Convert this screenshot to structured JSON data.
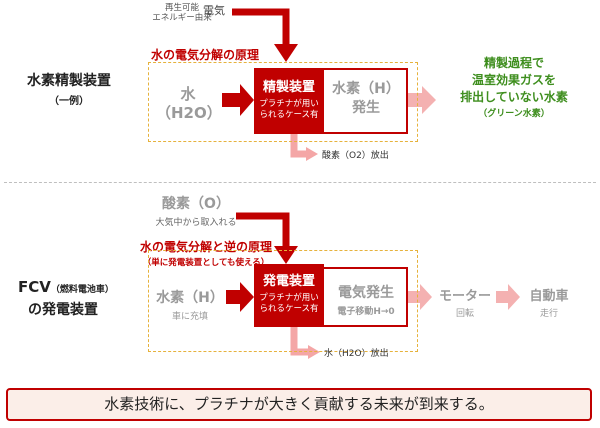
{
  "colors": {
    "accent_red": "#c00000",
    "arrow_pink": "#f4a6a6",
    "dash_yellow": "#e6b23c",
    "green": "#3e8e1e",
    "gray": "#9a9a9a"
  },
  "top": {
    "device_title": "水素精製装置",
    "device_sub": "（一例）",
    "renewable_line1": "再生可能",
    "renewable_line2": "エネルギー由来",
    "electricity": "電気",
    "principle": "水の電気分解の原理",
    "input_line1": "水",
    "input_line2": "（H2O）",
    "box_title": "精製装置",
    "box_desc_line1": "プラチナが用い",
    "box_desc_line2": "られるケース有",
    "output_line1": "水素（H）",
    "output_line2": "発生",
    "byproduct": "酸素（O2）放出",
    "note_line1": "精製過程で",
    "note_line2": "温室効果ガスを",
    "note_line3": "排出していない水素",
    "note_line4": "（グリーン水素）"
  },
  "bottom": {
    "oxygen": "酸素（O）",
    "oxygen_sub": "大気中から取入れる",
    "principle": "水の電気分解と逆の原理",
    "principle_sub": "（単に発電装置としても使える）",
    "fcv": "FCV",
    "fcv_paren": "（燃料電池車）",
    "fcv_line2": "の発電装置",
    "input_line1": "水素（H）",
    "input_line2": "車に充填",
    "box_title": "発電装置",
    "box_desc_line1": "プラチナが用い",
    "box_desc_line2": "られるケース有",
    "output_line1": "電気発生",
    "output_line2": "電子移動H→0",
    "motor": "モーター",
    "motor_sub": "回転",
    "car": "自動車",
    "car_sub": "走行",
    "byproduct": "水（H2O）放出"
  },
  "footer": {
    "text": "水素技術に、プラチナが大きく貢献する未来が到来する。"
  }
}
